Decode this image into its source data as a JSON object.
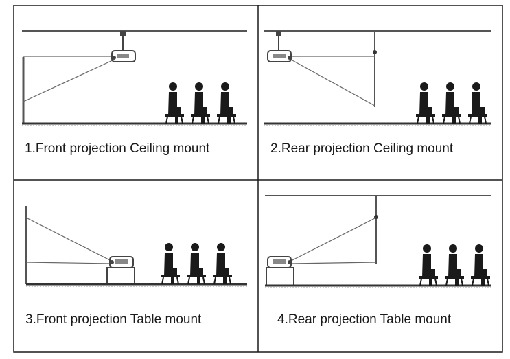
{
  "panels": [
    {
      "number": "1.",
      "caption": "Front projection Ceiling mount",
      "projection": "front",
      "mount": "ceiling"
    },
    {
      "number": "2.",
      "caption": "Rear projection Ceiling mount",
      "projection": "rear",
      "mount": "ceiling"
    },
    {
      "number": "3.",
      "caption": "Front projection Table mount",
      "projection": "front",
      "mount": "table"
    },
    {
      "number": "4.",
      "caption": "Rear projection Table mount",
      "projection": "rear",
      "mount": "table"
    }
  ],
  "colors": {
    "border": "#1a1a1a",
    "line": "#555555",
    "figure": "#1a1a1a",
    "floor": "#333333",
    "projector": "#444444"
  },
  "icons": [
    "projector-icon",
    "seated-person-icon"
  ]
}
